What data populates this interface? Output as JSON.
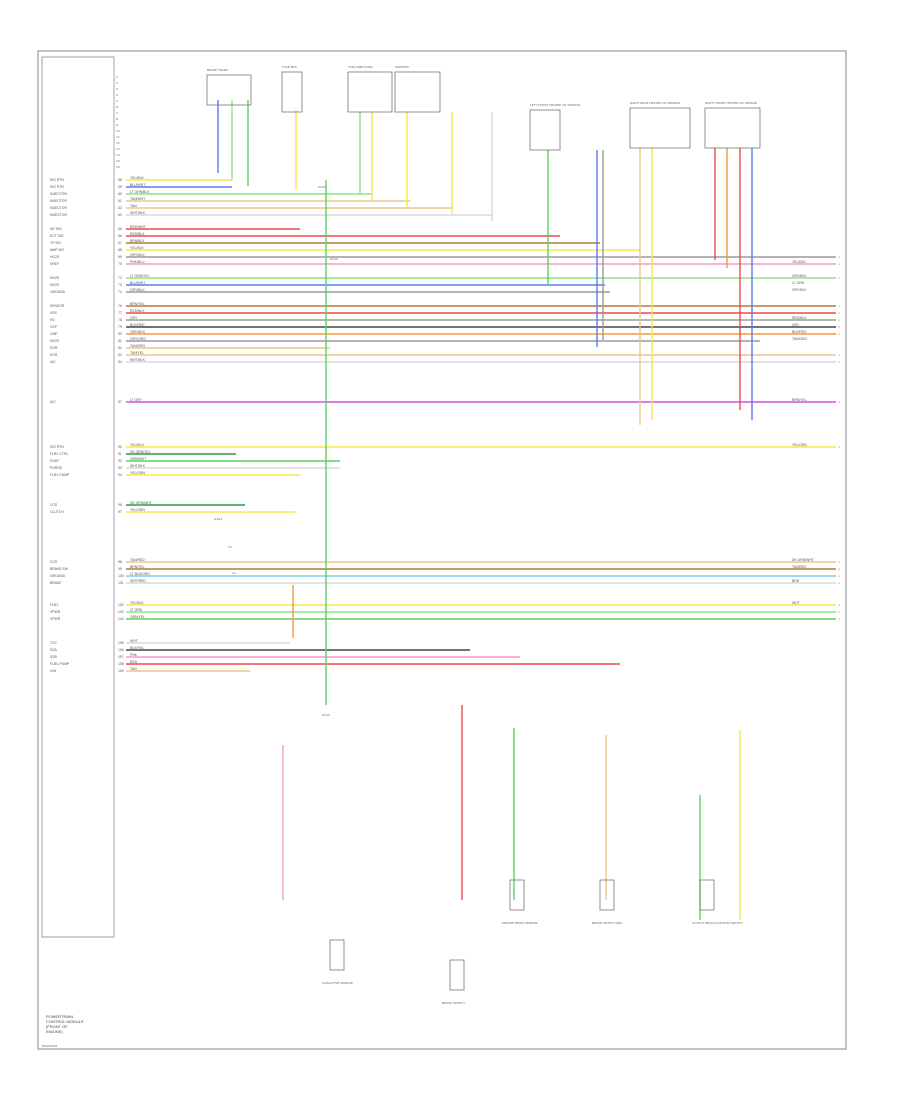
{
  "diagram": {
    "footer_code": "H0000001",
    "pcm_label": [
      "POWERTRAIN",
      "CONTROL MODULE",
      "(FRONT OF",
      "ENGINE)"
    ],
    "top_components": [
      {
        "id": "c1",
        "label": "BRAKE TRANS"
      },
      {
        "id": "c2",
        "label": "FUSE BOX"
      },
      {
        "id": "c3",
        "label": "FUEL INJECTORS"
      },
      {
        "id": "c4",
        "label": "IGNITION"
      },
      {
        "id": "c5",
        "label": "LEFT FRONT HEATED O2 SENSOR"
      },
      {
        "id": "c6",
        "label": "RIGHT REAR HEATED O2 SENSOR"
      },
      {
        "id": "c7",
        "label": "RIGHT FRONT HEATED O2 SENSOR"
      }
    ],
    "bottom_components": [
      {
        "id": "b1",
        "label": "CAPACITIVE SENSOR"
      },
      {
        "id": "b2",
        "label": "BRAKE SWITCH"
      },
      {
        "id": "b3",
        "label": "ENGINE SPEED SENSOR"
      },
      {
        "id": "b4",
        "label": "BRAKE SWITCH (NO)"
      },
      {
        "id": "b5",
        "label": "CLUTCH PEDAL POSITION SWITCH"
      }
    ],
    "pcm_pins": [
      {
        "label": "SIG RTN",
        "wire": "YEL/BLK",
        "pin": "58"
      },
      {
        "label": "SIG RTN",
        "wire": "BLU/WHT",
        "pin": "59"
      },
      {
        "label": "INJECTOR",
        "wire": "LT GRN/BLK",
        "pin": "60"
      },
      {
        "label": "INJECTOR",
        "wire": "TAN/WHT",
        "pin": "61"
      },
      {
        "label": "INJECTOR",
        "wire": "TAN",
        "pin": "62"
      },
      {
        "label": "INJECTOR",
        "wire": "WHT/BLK",
        "pin": "63"
      },
      {
        "label": "IAT SIG",
        "wire": "RED/WHT",
        "pin": "65"
      },
      {
        "label": "ECT SIG",
        "wire": "RED/BLK",
        "pin": "66"
      },
      {
        "label": "TP SIG",
        "wire": "BRN/BLK",
        "pin": "67"
      },
      {
        "label": "MAP SIG",
        "wire": "YEL/BLK",
        "pin": "68"
      },
      {
        "label": "HO2S",
        "wire": "GRY/BLK",
        "pin": "69"
      },
      {
        "label": "VREF",
        "wire": "PNK/BLU",
        "pin": "70"
      },
      {
        "label": "HO2S",
        "wire": "LT GRN/YEL",
        "pin": "72"
      },
      {
        "label": "HO2S",
        "wire": "BLU/WHT",
        "pin": "73"
      },
      {
        "label": "GROUND",
        "wire": "GRY/BLK",
        "pin": "74"
      },
      {
        "label": "SENSOR",
        "wire": "BRN/YEL",
        "pin": "76"
      },
      {
        "label": "VSS",
        "wire": "RED/BLK",
        "pin": "77"
      },
      {
        "label": "KS",
        "wire": "GRY",
        "pin": "78"
      },
      {
        "label": "CKP",
        "wire": "BLK/RED",
        "pin": "79"
      },
      {
        "label": "CMP",
        "wire": "ORG/BLK",
        "pin": "80"
      },
      {
        "label": "HO2S",
        "wire": "GRY/ORG",
        "pin": "81"
      },
      {
        "label": "EGR",
        "wire": "TAN/ORG",
        "pin": "82"
      },
      {
        "label": "EGR",
        "wire": "TAN/YEL",
        "pin": "83"
      },
      {
        "label": "IAC",
        "wire": "WHT/BLK",
        "pin": "84"
      },
      {
        "label": "A/C",
        "wire": "LT GRY",
        "pin": "87"
      },
      {
        "label": "SIG RTN",
        "wire": "YEL/BLU",
        "pin": "90"
      },
      {
        "label": "FUEL CTRL",
        "wire": "DK GRN/YEL",
        "pin": "91"
      },
      {
        "label": "EVAP",
        "wire": "GRN/WHT",
        "pin": "92"
      },
      {
        "label": "PURGE",
        "wire": "WHT/BLK",
        "pin": "93"
      },
      {
        "label": "FUEL PUMP",
        "wire": "YEL/GRN",
        "pin": "94"
      },
      {
        "label": "CCS",
        "wire": "DK GRN/WHT",
        "pin": "96"
      },
      {
        "label": "CLUTCH",
        "wire": "YEL/GRN",
        "pin": "97"
      },
      {
        "label": "CCS",
        "wire": "TAN/RED",
        "pin": "98"
      },
      {
        "label": "BRAKE SW",
        "wire": "BRN/YEL",
        "pin": "99"
      },
      {
        "label": "GROUND",
        "wire": "LT BLU/ORG",
        "pin": "100"
      },
      {
        "label": "BRAKE",
        "wire": "WHT/RED",
        "pin": "101"
      },
      {
        "label": "FUEL",
        "wire": "YEL/BLK",
        "pin": "102"
      },
      {
        "label": "VPWR",
        "wire": "LT GRN",
        "pin": "103"
      },
      {
        "label": "VPWR",
        "wire": "GRN/YEL",
        "pin": "104"
      },
      {
        "label": "TCC",
        "wire": "WHT",
        "pin": "105"
      },
      {
        "label": "SSA",
        "wire": "BLK/YEL",
        "pin": "106"
      },
      {
        "label": "SSB",
        "wire": "PNK",
        "pin": "107"
      },
      {
        "label": "FUEL PUMP",
        "wire": "RED",
        "pin": "108"
      },
      {
        "label": "IGN",
        "wire": "TAN",
        "pin": "109"
      }
    ],
    "right_labels": [
      "YEL/BLK",
      "GRY/BLK",
      "LT GRN",
      "GRY/BLK",
      "RED/BLK",
      "GRY",
      "BLK/RED",
      "TAN/ORG",
      "BRN/YEL",
      "YEL/GRN",
      "DK GRN/WHT",
      "TAN/RED",
      "BRN",
      "WHT"
    ],
    "mid_notes": [
      "S101",
      "S102",
      "S103",
      "G104",
      "C1",
      "C2"
    ]
  }
}
